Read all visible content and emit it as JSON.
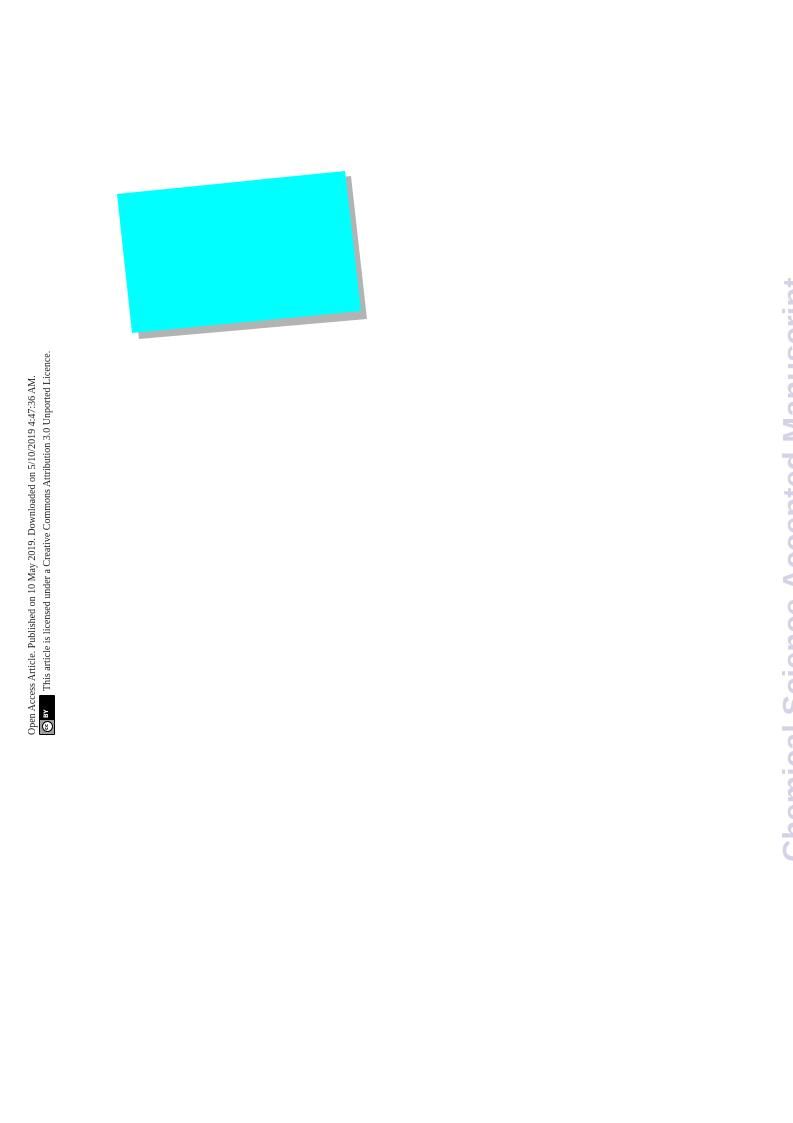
{
  "page": {
    "background": "#ffffff"
  },
  "figure": {
    "fill_color": "#00ffff",
    "shadow_color": "#b3b3b3"
  },
  "access_statement": {
    "line1": "Open Access Article. Published on 10 May 2019. Downloaded on 5/10/2019 4:47:36 AM.",
    "line2": "This article is licensed under a Creative Commons Attribution 3.0 Unported Licence.",
    "license_badge": {
      "logo_text": "cc",
      "label": "BY"
    }
  },
  "watermark": {
    "text": "Chemical Science Accepted Manuscript",
    "color": "#d6d2e6"
  }
}
